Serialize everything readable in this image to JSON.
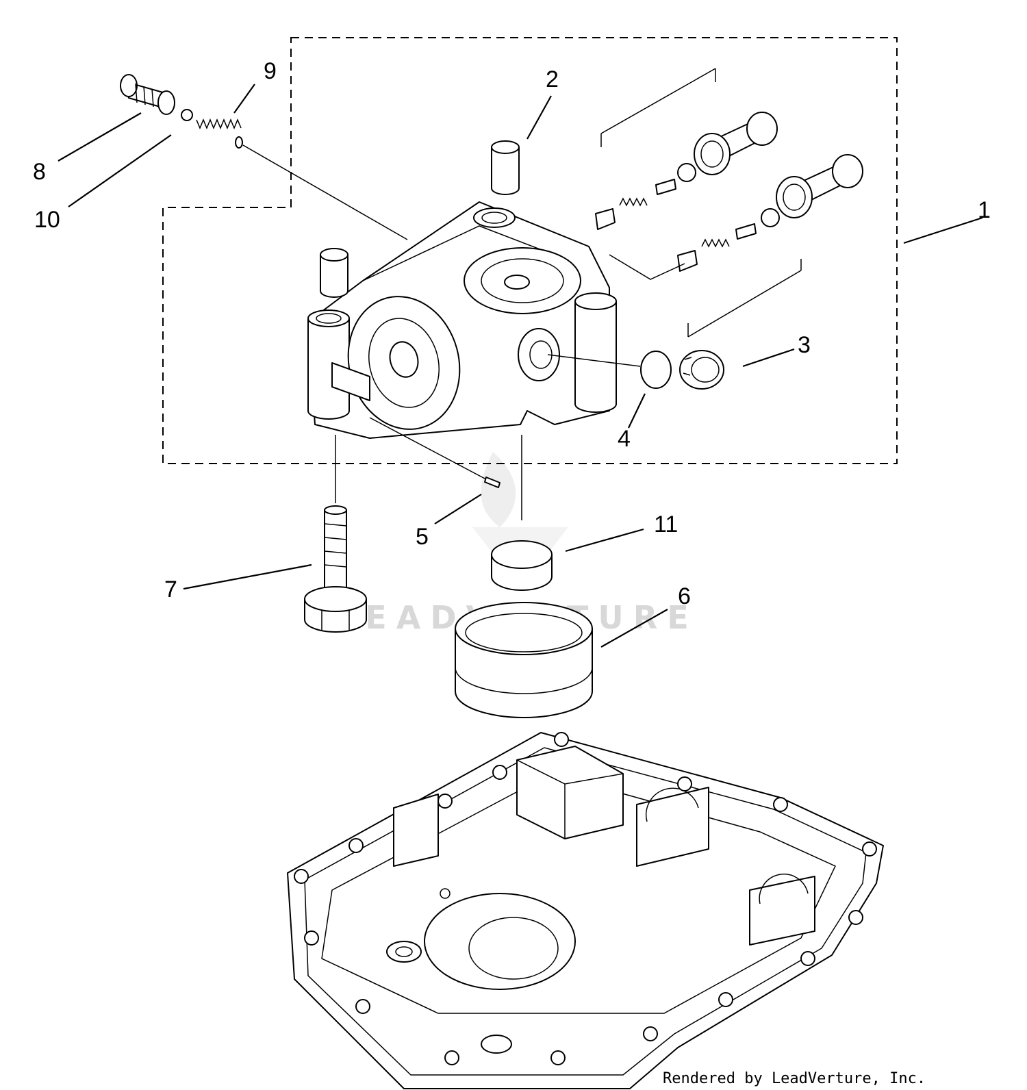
{
  "diagram": {
    "callouts": [
      "1",
      "2",
      "3",
      "4",
      "5",
      "6",
      "7",
      "8",
      "9",
      "10",
      "11"
    ],
    "watermark": "LEADVENTURE",
    "credit": "Rendered by LeadVerture, Inc."
  }
}
